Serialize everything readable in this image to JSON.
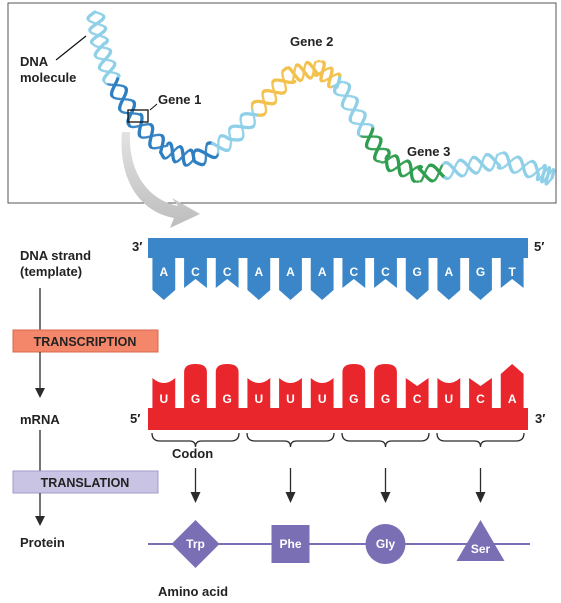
{
  "molecule": {
    "label_line1": "DNA",
    "label_line2": "molecule",
    "genes": [
      {
        "label": "Gene 1",
        "color": "#2f7fc1"
      },
      {
        "label": "Gene 2",
        "color": "#f3c24e"
      },
      {
        "label": "Gene 3",
        "color": "#2e9e4f"
      }
    ],
    "helix_color": "#8fd0e8"
  },
  "dna_strand": {
    "label_line1": "DNA strand",
    "label_line2": "(template)",
    "left_end": "3′",
    "right_end": "5′",
    "color": "#3a86c8",
    "bases": [
      "A",
      "C",
      "C",
      "A",
      "A",
      "A",
      "C",
      "C",
      "G",
      "A",
      "G",
      "T"
    ]
  },
  "transcription": {
    "label": "TRANSCRIPTION",
    "color": "#f4876a"
  },
  "mrna": {
    "label": "mRNA",
    "left_end": "5′",
    "right_end": "3′",
    "color": "#e8262c",
    "bases": [
      "U",
      "G",
      "G",
      "U",
      "U",
      "U",
      "G",
      "G",
      "C",
      "U",
      "C",
      "A"
    ]
  },
  "codon_label": "Codon",
  "translation": {
    "label": "TRANSLATION",
    "color": "#c9c4e4"
  },
  "protein": {
    "label": "Protein",
    "amino_acid_label": "Amino acid",
    "color": "#7a6fb5",
    "amino_acids": [
      {
        "name": "Trp",
        "shape": "diamond"
      },
      {
        "name": "Phe",
        "shape": "square"
      },
      {
        "name": "Gly",
        "shape": "circle"
      },
      {
        "name": "Ser",
        "shape": "triangle"
      }
    ]
  }
}
